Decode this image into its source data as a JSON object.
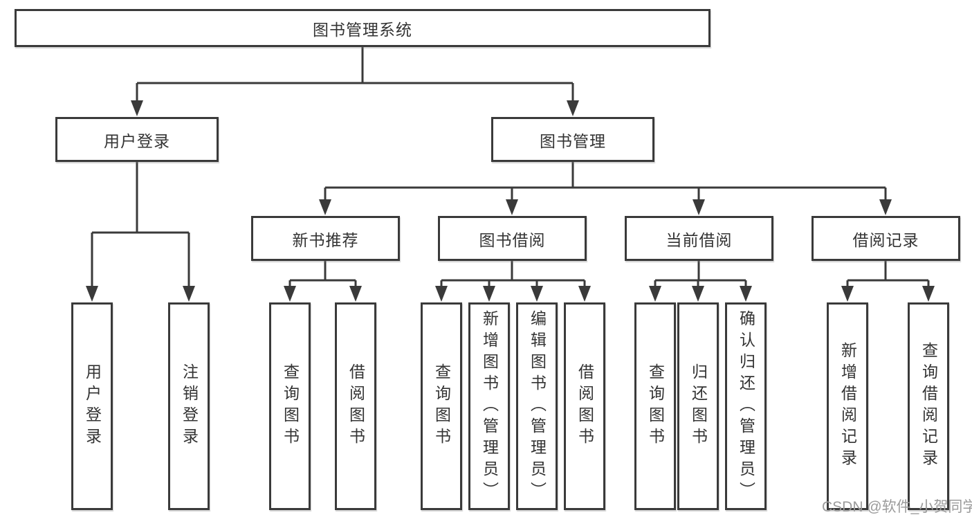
{
  "root": {
    "label": "图书管理系统"
  },
  "branches": {
    "login": {
      "label": "用户登录",
      "children": [
        "用户登录",
        "注销登录"
      ]
    },
    "management": {
      "label": "图书管理",
      "sections": [
        {
          "label": "新书推荐",
          "children": [
            "查询图书",
            "借阅图书"
          ]
        },
        {
          "label": "图书借阅",
          "children": [
            "查询图书",
            "新增图书（管理员）",
            "编辑图书（管理员）",
            "借阅图书"
          ]
        },
        {
          "label": "当前借阅",
          "children": [
            "查询图书",
            "归还图书",
            "确认归还（管理员）"
          ]
        },
        {
          "label": "借阅记录",
          "children": [
            "新增借阅记录",
            "查询借阅记录"
          ]
        }
      ]
    }
  },
  "watermark": "CSDN @软件_小贺同学",
  "colors": {
    "line": "#3a3a3a",
    "text": "#333333",
    "box_background": "#ffffff",
    "watermark": "#9b9b9b"
  }
}
